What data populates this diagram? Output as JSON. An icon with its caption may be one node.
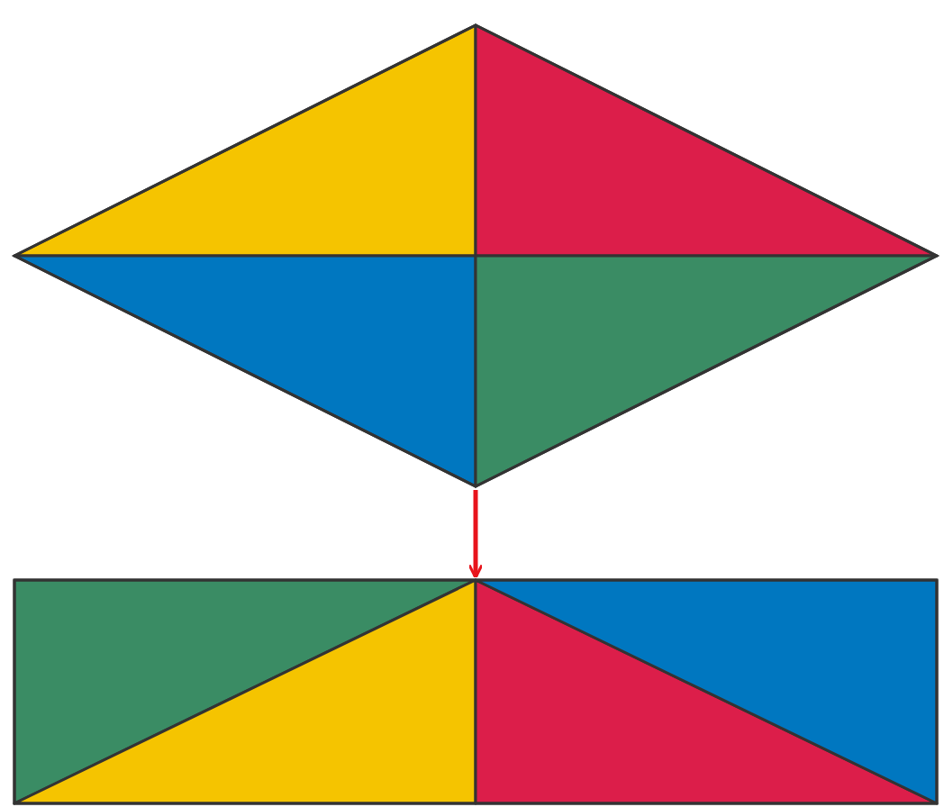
{
  "diagram": {
    "nodes": [
      {
        "text": [],
        "shape": "diamond"
      },
      {
        "text": [],
        "shape": "box"
      }
    ],
    "edges": [
      {
        "from": 0,
        "to": 1,
        "arrow": "to",
        "color": "#e8141c"
      }
    ]
  }
}
